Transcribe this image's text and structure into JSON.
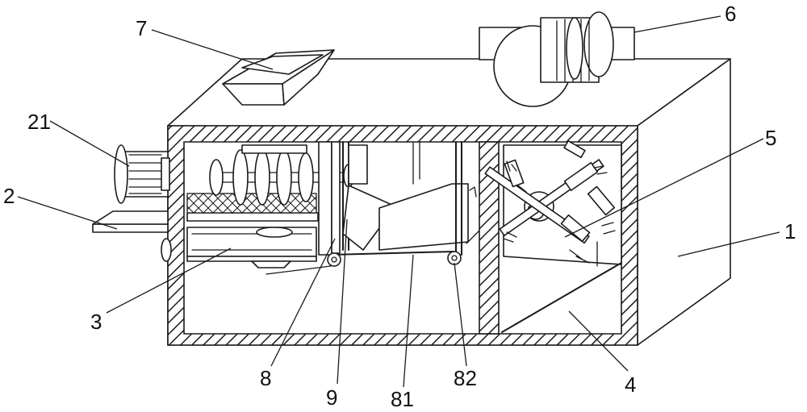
{
  "labels": {
    "l1": "1",
    "l2": "2",
    "l21": "21",
    "l3": "3",
    "l4": "4",
    "l5": "5",
    "l6": "6",
    "l7": "7",
    "l8": "8",
    "l9": "9",
    "l81": "81",
    "l82": "82"
  }
}
